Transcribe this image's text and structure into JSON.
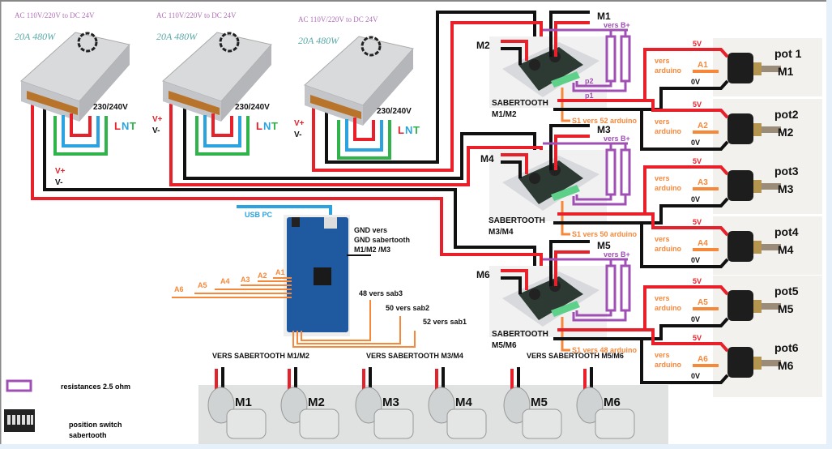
{
  "power_supplies": [
    {
      "spec": "AC 110V/220V to DC 24V",
      "rating": "20A 480W",
      "mains": "230/240V",
      "lnt": [
        "L",
        "N",
        "T"
      ],
      "vplus": "V+",
      "vminus": "V-"
    },
    {
      "spec": "AC 110V/220V to DC 24V",
      "rating": "20A 480W",
      "mains": "230/240V",
      "lnt": [
        "L",
        "N",
        "T"
      ],
      "vplus": "V+",
      "vminus": "V-"
    },
    {
      "spec": "AC 110V/220V to DC 24V",
      "rating": "20A 480W",
      "mains": "230/240V",
      "lnt": [
        "L",
        "N",
        "T"
      ],
      "vplus": "V+",
      "vminus": "V-"
    }
  ],
  "sabertooths": [
    {
      "name": "SABERTOOTH",
      "motors": "M1/M2",
      "out_a": "M1",
      "out_b": "M2",
      "b_plus": "vers B+",
      "p2": "p2",
      "p1": "p1",
      "signal": "S1 vers 52 arduino"
    },
    {
      "name": "SABERTOOTH",
      "motors": "M3/M4",
      "out_a": "M3",
      "out_b": "M4",
      "b_plus": "vers B+",
      "signal": "S1 vers 50 arduino"
    },
    {
      "name": "SABERTOOTH",
      "motors": "M5/M6",
      "out_a": "M5",
      "out_b": "M6",
      "b_plus": "vers B+",
      "signal": "S1 vers 48 arduino"
    }
  ],
  "pots": [
    {
      "name": "pot 1",
      "motor": "M1",
      "v5": "5V",
      "v0": "0V",
      "analog": "A1",
      "to": "vers",
      "to2": "arduino"
    },
    {
      "name": "pot2",
      "motor": "M2",
      "v5": "5V",
      "v0": "0V",
      "analog": "A2",
      "to": "vers",
      "to2": "arduino"
    },
    {
      "name": "pot3",
      "motor": "M3",
      "v5": "5V",
      "v0": "0V",
      "analog": "A3",
      "to": "vers",
      "to2": "arduino"
    },
    {
      "name": "pot4",
      "motor": "M4",
      "v5": "5V",
      "v0": "0V",
      "analog": "A4",
      "to": "vers",
      "to2": "arduino"
    },
    {
      "name": "pot5",
      "motor": "M5",
      "v5": "5V",
      "v0": "0V",
      "analog": "A5",
      "to": "vers",
      "to2": "arduino"
    },
    {
      "name": "pot6",
      "motor": "M6",
      "v5": "5V",
      "v0": "0V",
      "analog": "A6",
      "to": "vers",
      "to2": "arduino"
    }
  ],
  "arduino": {
    "usb": "USB PC",
    "gnd": [
      "GND vers",
      "GND sabertooth",
      "M1/M2 /M3"
    ],
    "analog_pins": [
      "A1",
      "A2",
      "A3",
      "A4",
      "A5",
      "A6"
    ],
    "pin48": "48 vers sab3",
    "pin50": "50 vers sab2",
    "pin52": "52 vers sab1"
  },
  "motor_groups": [
    "VERS SABERTOOTH M1/M2",
    "VERS SABERTOOTH M3/M4",
    "VERS SABERTOOTH M5/M6"
  ],
  "motors": [
    "M1",
    "M2",
    "M3",
    "M4",
    "M5",
    "M6"
  ],
  "legend": {
    "resistor": "resistances  2.5 ohm",
    "switch_1": "position switch",
    "switch_2": "sabertooth"
  },
  "colors": {
    "positive": "#e8202a",
    "negative": "#111111",
    "signal": "#f7883a",
    "resistor": "#a04fb4",
    "usb": "#2aa3e0",
    "earth": "#2fb34a"
  }
}
